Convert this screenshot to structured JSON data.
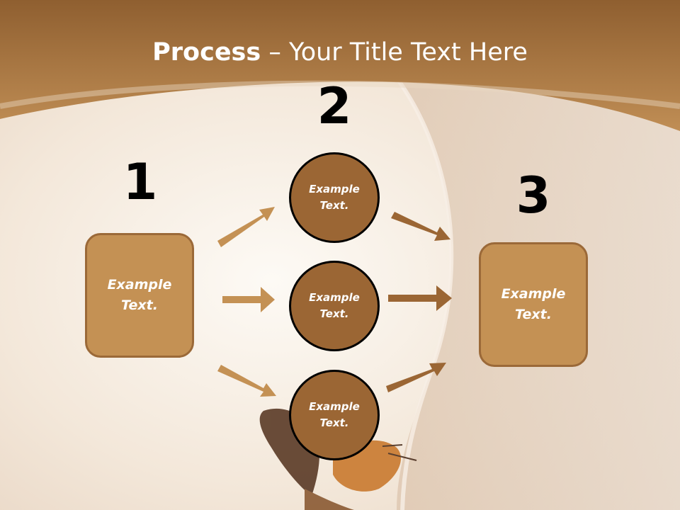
{
  "title": {
    "bold": "Process",
    "separator": " – ",
    "rest": "Your Title Text Here"
  },
  "steps": [
    {
      "number": "1",
      "label": "Example\nText."
    },
    {
      "number": "2",
      "label": "Example\nText."
    },
    {
      "number": "3",
      "label": "Example\nText."
    }
  ],
  "circles": [
    {
      "label": "Example\nText."
    },
    {
      "label": "Example\nText."
    },
    {
      "label": "Example\nText."
    }
  ],
  "colors": {
    "header": "#b7834a",
    "box_fill": "#c49154",
    "box_border": "#9b6938",
    "circle_fill": "#9b6634",
    "arrow_light": "#c49154",
    "arrow_dark": "#9b6634"
  }
}
